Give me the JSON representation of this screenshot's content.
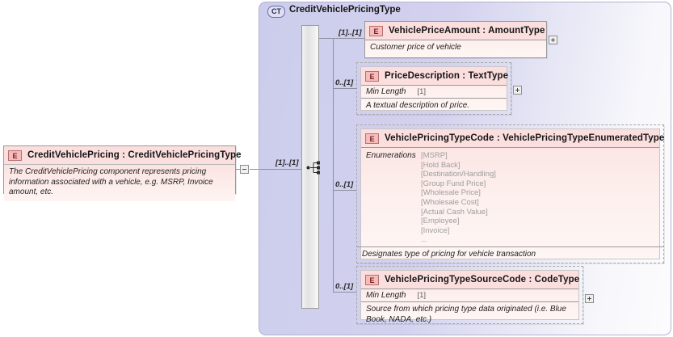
{
  "diagram": {
    "type": "xml-schema-element-diagram",
    "root_element": {
      "badge": "E",
      "title": "CreditVehiclePricing : CreditVehiclePricingType",
      "name": "CreditVehiclePricing",
      "datatype": "CreditVehiclePricingType",
      "documentation": "The CreditVehiclePricing component represents pricing information associated with a vehicle, e.g. MSRP, Invoice amount, etc.",
      "toggle": "minus"
    },
    "complex_type": {
      "badge": "CT",
      "title": "CreditVehiclePricingType",
      "compositor": "sequence",
      "compositor_cardinality": "[1]..[1]"
    },
    "children": [
      {
        "badge": "E",
        "title": "VehiclePriceAmount : AmountType",
        "name": "VehiclePriceAmount",
        "datatype": "AmountType",
        "cardinality": "[1]..[1]",
        "required": true,
        "documentation": "Customer price of vehicle",
        "facet": null,
        "enumerations": null,
        "toggle": "plus"
      },
      {
        "badge": "E",
        "title": "PriceDescription : TextType",
        "name": "PriceDescription",
        "datatype": "TextType",
        "cardinality": "0..[1]",
        "required": false,
        "facet_name": "Min Length",
        "facet_value": "[1]",
        "documentation": "A textual description of price.",
        "enumerations": null,
        "toggle": "plus"
      },
      {
        "badge": "E",
        "title": "VehiclePricingTypeCode : VehiclePricingTypeEnumeratedType",
        "name": "VehiclePricingTypeCode",
        "datatype": "VehiclePricingTypeEnumeratedType",
        "cardinality": "0..[1]",
        "required": false,
        "enum_label": "Enumerations",
        "enumerations": [
          "[MSRP]",
          "[Hold Back]",
          "[Destination/Handling]",
          "[Group Fund Price]",
          "[Wholesale Price]",
          "[Wholesale Cost]",
          "[Actual Cash Value]",
          "[Employee]",
          "[Invoice]",
          "..."
        ],
        "documentation": "Designates type of pricing for vehicle transaction",
        "toggle": null
      },
      {
        "badge": "E",
        "title": "VehiclePricingTypeSourceCode : CodeType",
        "name": "VehiclePricingTypeSourceCode",
        "datatype": "CodeType",
        "cardinality": "0..[1]",
        "required": false,
        "facet_name": "Min Length",
        "facet_value": "[1]",
        "documentation": "Source from which pricing type data originated (i.e. Blue Book, NADA, etc.)",
        "enumerations": null,
        "toggle": "plus"
      }
    ],
    "colors": {
      "element_header": "#fbdede",
      "element_body": "#fdf0ee",
      "container_fill": "#d2d2ef",
      "line": "#8f8f9e",
      "badge_border": "#b87070"
    }
  }
}
